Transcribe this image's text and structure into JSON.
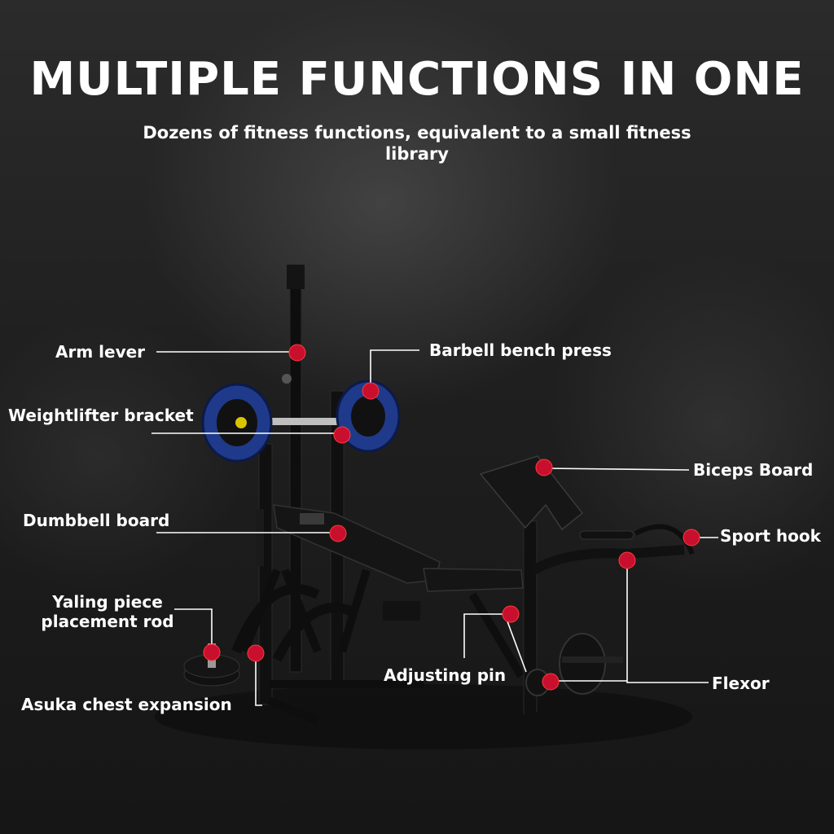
{
  "headline": "MULTIPLE FUNCTIONS IN ONE",
  "subheadline": "Dozens of fitness functions, equivalent to a small fitness library",
  "callouts": {
    "arm_lever": "Arm lever",
    "barbell_bench_press": "Barbell bench press",
    "weightlifter_bracket": "Weightlifter bracket",
    "biceps_board": "Biceps Board",
    "dumbbell_board": "Dumbbell board",
    "sport_hook": "Sport hook",
    "yaling_piece_line1": "Yaling piece",
    "yaling_piece_line2": "placement rod",
    "adjusting_pin": "Adjusting pin",
    "flexor": "Flexor",
    "asuka_chest_expansion": "Asuka chest expansion"
  },
  "colors": {
    "marker": "#c8102e",
    "leader_line": "#ffffff",
    "plate_blue": "#1f3a8a",
    "frame": "#111111"
  }
}
